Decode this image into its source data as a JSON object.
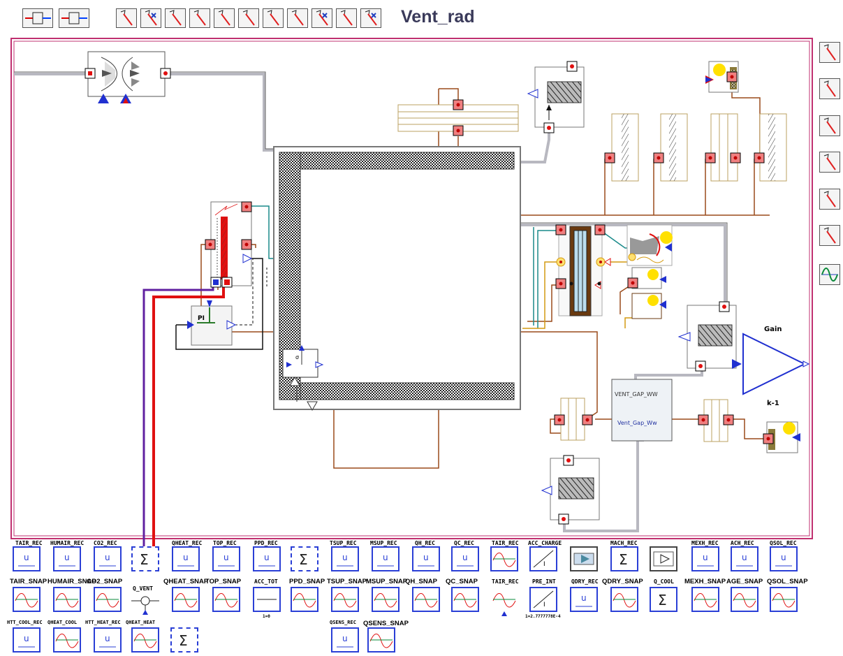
{
  "title": "Vent_rad",
  "labels": {
    "gain": "Gain",
    "gain_value": "k-1",
    "pi": "PI",
    "vent_gap_top": "VENT_GAP_WW",
    "vent_gap_bottom": "Vent_Gap_Ww",
    "q_vent": "Q_VENT"
  },
  "bottom_rows": {
    "row1_labels": [
      "TAIR_REC",
      "HUMAIR_REC",
      "CO2_REC",
      "",
      "QHEAT_REC",
      "TOP_REC",
      "PPD_REC",
      "",
      "TSUP_REC",
      "MSUP_REC",
      "QH_REC",
      "QC_REC",
      "TAIR_REC",
      "ACC_CHARGE",
      "",
      "MACH_REC",
      "",
      "MEXH_REC",
      "ACH_REC",
      "QSOL_REC"
    ],
    "row2_labels": [
      "TAIR_SNAP",
      "HUMAIR_SNAP",
      "CO2_SNAP",
      "Q_VENT",
      "QHEAT_SNAP",
      "TOP_SNAP",
      "ACC_TOT",
      "PPD_SNAP",
      "TSUP_SNAP",
      "MSUP_SNAP",
      "QH_SNAP",
      "QC_SNAP",
      "TAIR_REC",
      "PRE_INT",
      "QDRY_REC",
      "QDRY_SNAP",
      "Q_COOL",
      "MEXH_SNAP",
      "AGE_SNAP",
      "QSOL_SNAP"
    ],
    "row3_labels": [
      "HTT_COOL_REC",
      "QHEAT_COOL",
      "HTT_HEAT_REC",
      "QHEAT_HEAT",
      "",
      "QSENS_REC",
      "QSENS_SNAP"
    ],
    "sub_labels": {
      "acc": "1=0",
      "pre": "1=2.7777778E-4"
    }
  }
}
